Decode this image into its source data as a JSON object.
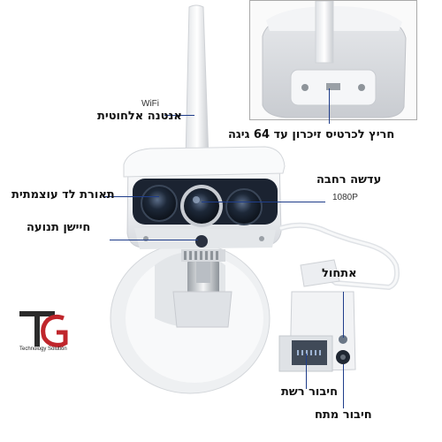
{
  "labels": {
    "wifi_sub": "WiFi",
    "antenna": "אנטנה אלחוטית",
    "memory_slot": "חריץ לכרטיס זיכרון עד 64 גיגה",
    "wide_lens": "עדשה רחבה",
    "resolution": "1080P",
    "infrared_led": "תאורת לד עוצמתית",
    "motion_sensor": "חיישן תנועה",
    "reset_button": "אתחול",
    "network_port": "חיבור רשת",
    "power_port": "חיבור מתח"
  },
  "logo": {
    "caption": "Technology Solution",
    "colors": {
      "dark": "#2b2b2b",
      "red": "#c0262c"
    }
  },
  "colors": {
    "leader_line": "#1f3d8a",
    "camera_body": "#f2f3f5",
    "lens": "#1c2636"
  }
}
